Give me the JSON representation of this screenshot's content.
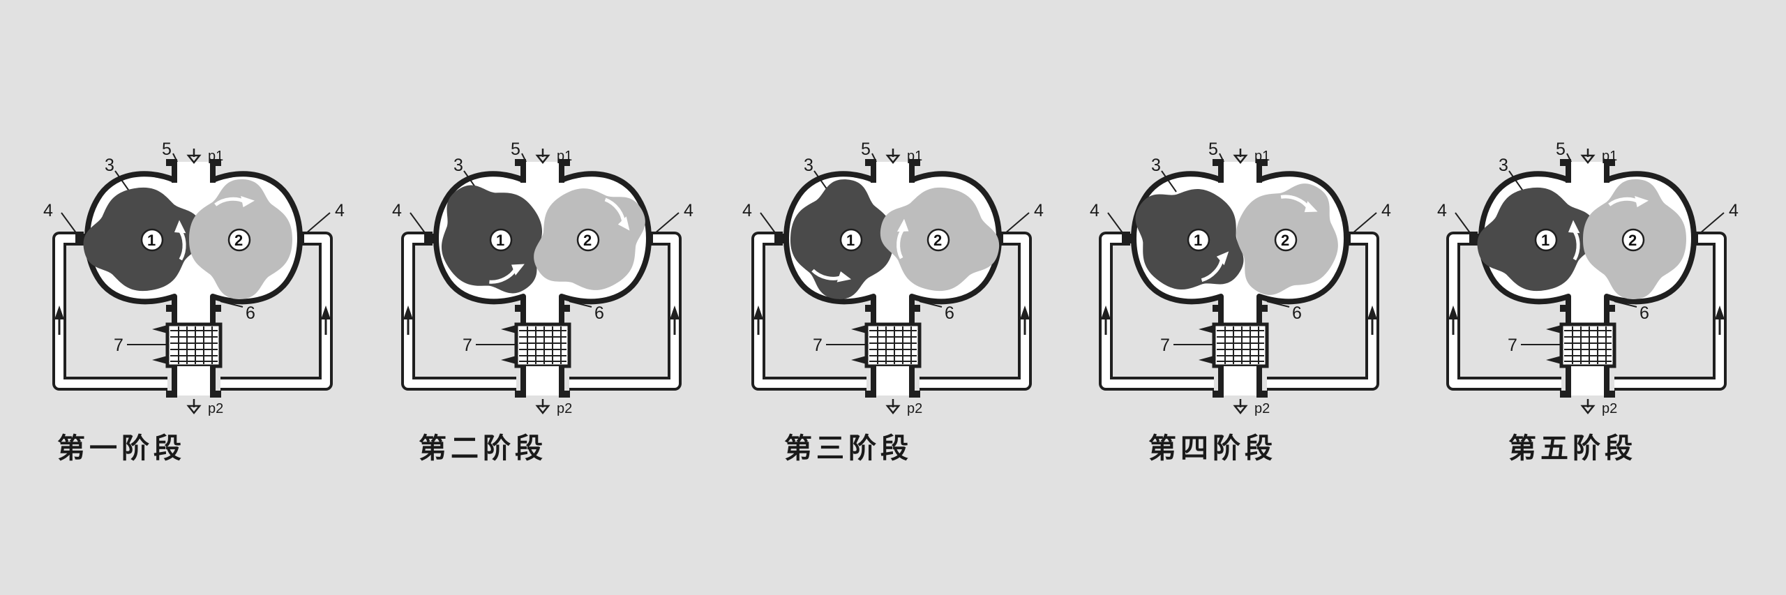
{
  "stages": [
    {
      "caption": "第一阶段",
      "labels": {
        "casing": "3",
        "pipe_left": "4",
        "pipe_right": "4",
        "inlet_flange": "5",
        "outlet_flange": "6",
        "cooler": "7",
        "rotor1": "1",
        "rotor2": "2",
        "inlet_pressure": "p1",
        "outlet_pressure": "p2"
      }
    },
    {
      "caption": "第二阶段",
      "labels": {
        "casing": "3",
        "pipe_left": "4",
        "pipe_right": "4",
        "inlet_flange": "5",
        "outlet_flange": "6",
        "cooler": "7",
        "rotor1": "1",
        "rotor2": "2",
        "inlet_pressure": "p1",
        "outlet_pressure": "p2"
      }
    },
    {
      "caption": "第三阶段",
      "labels": {
        "casing": "3",
        "pipe_left": "4",
        "pipe_right": "4",
        "inlet_flange": "5",
        "outlet_flange": "6",
        "cooler": "7",
        "rotor1": "1",
        "rotor2": "2",
        "inlet_pressure": "p1",
        "outlet_pressure": "p2"
      }
    },
    {
      "caption": "第四阶段",
      "labels": {
        "casing": "3",
        "pipe_left": "4",
        "pipe_right": "4",
        "inlet_flange": "5",
        "outlet_flange": "6",
        "cooler": "7",
        "rotor1": "1",
        "rotor2": "2",
        "inlet_pressure": "p1",
        "outlet_pressure": "p2"
      }
    },
    {
      "caption": "第五阶段",
      "labels": {
        "casing": "3",
        "pipe_left": "4",
        "pipe_right": "4",
        "inlet_flange": "5",
        "outlet_flange": "6",
        "cooler": "7",
        "rotor1": "1",
        "rotor2": "2",
        "inlet_pressure": "p1",
        "outlet_pressure": "p2"
      }
    }
  ],
  "colors": {
    "background": "#e1e1e1",
    "casing_fill": "#ffffff",
    "outline": "#1f1f1f",
    "rotor_dark": "#4a4a4a",
    "rotor_light": "#bdbdbd"
  }
}
